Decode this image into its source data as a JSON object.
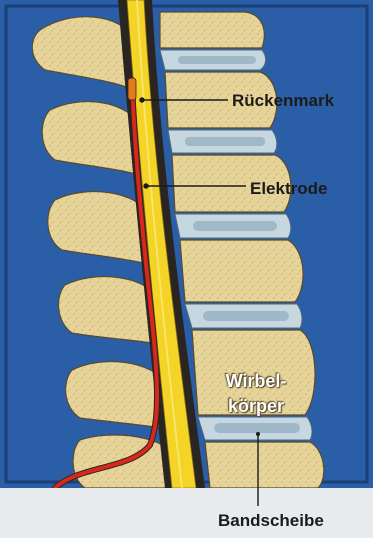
{
  "labels": {
    "rueckenmark": "Rückenmark",
    "elektrode": "Elektrode",
    "wirbelkoerper_line1": "Wirbel-",
    "wirbelkoerper_line2": "körper",
    "bandscheibe": "Bandscheibe"
  },
  "colors": {
    "background": "#e8ebee",
    "frame_bg": "#2a5fa8",
    "bone": "#e6d49a",
    "bone_dark": "#b59c5a",
    "disc": "#9fb9c9",
    "spinal_cord": "#f3d427",
    "electrode": "#d8281c",
    "outline": "#2a2520"
  }
}
